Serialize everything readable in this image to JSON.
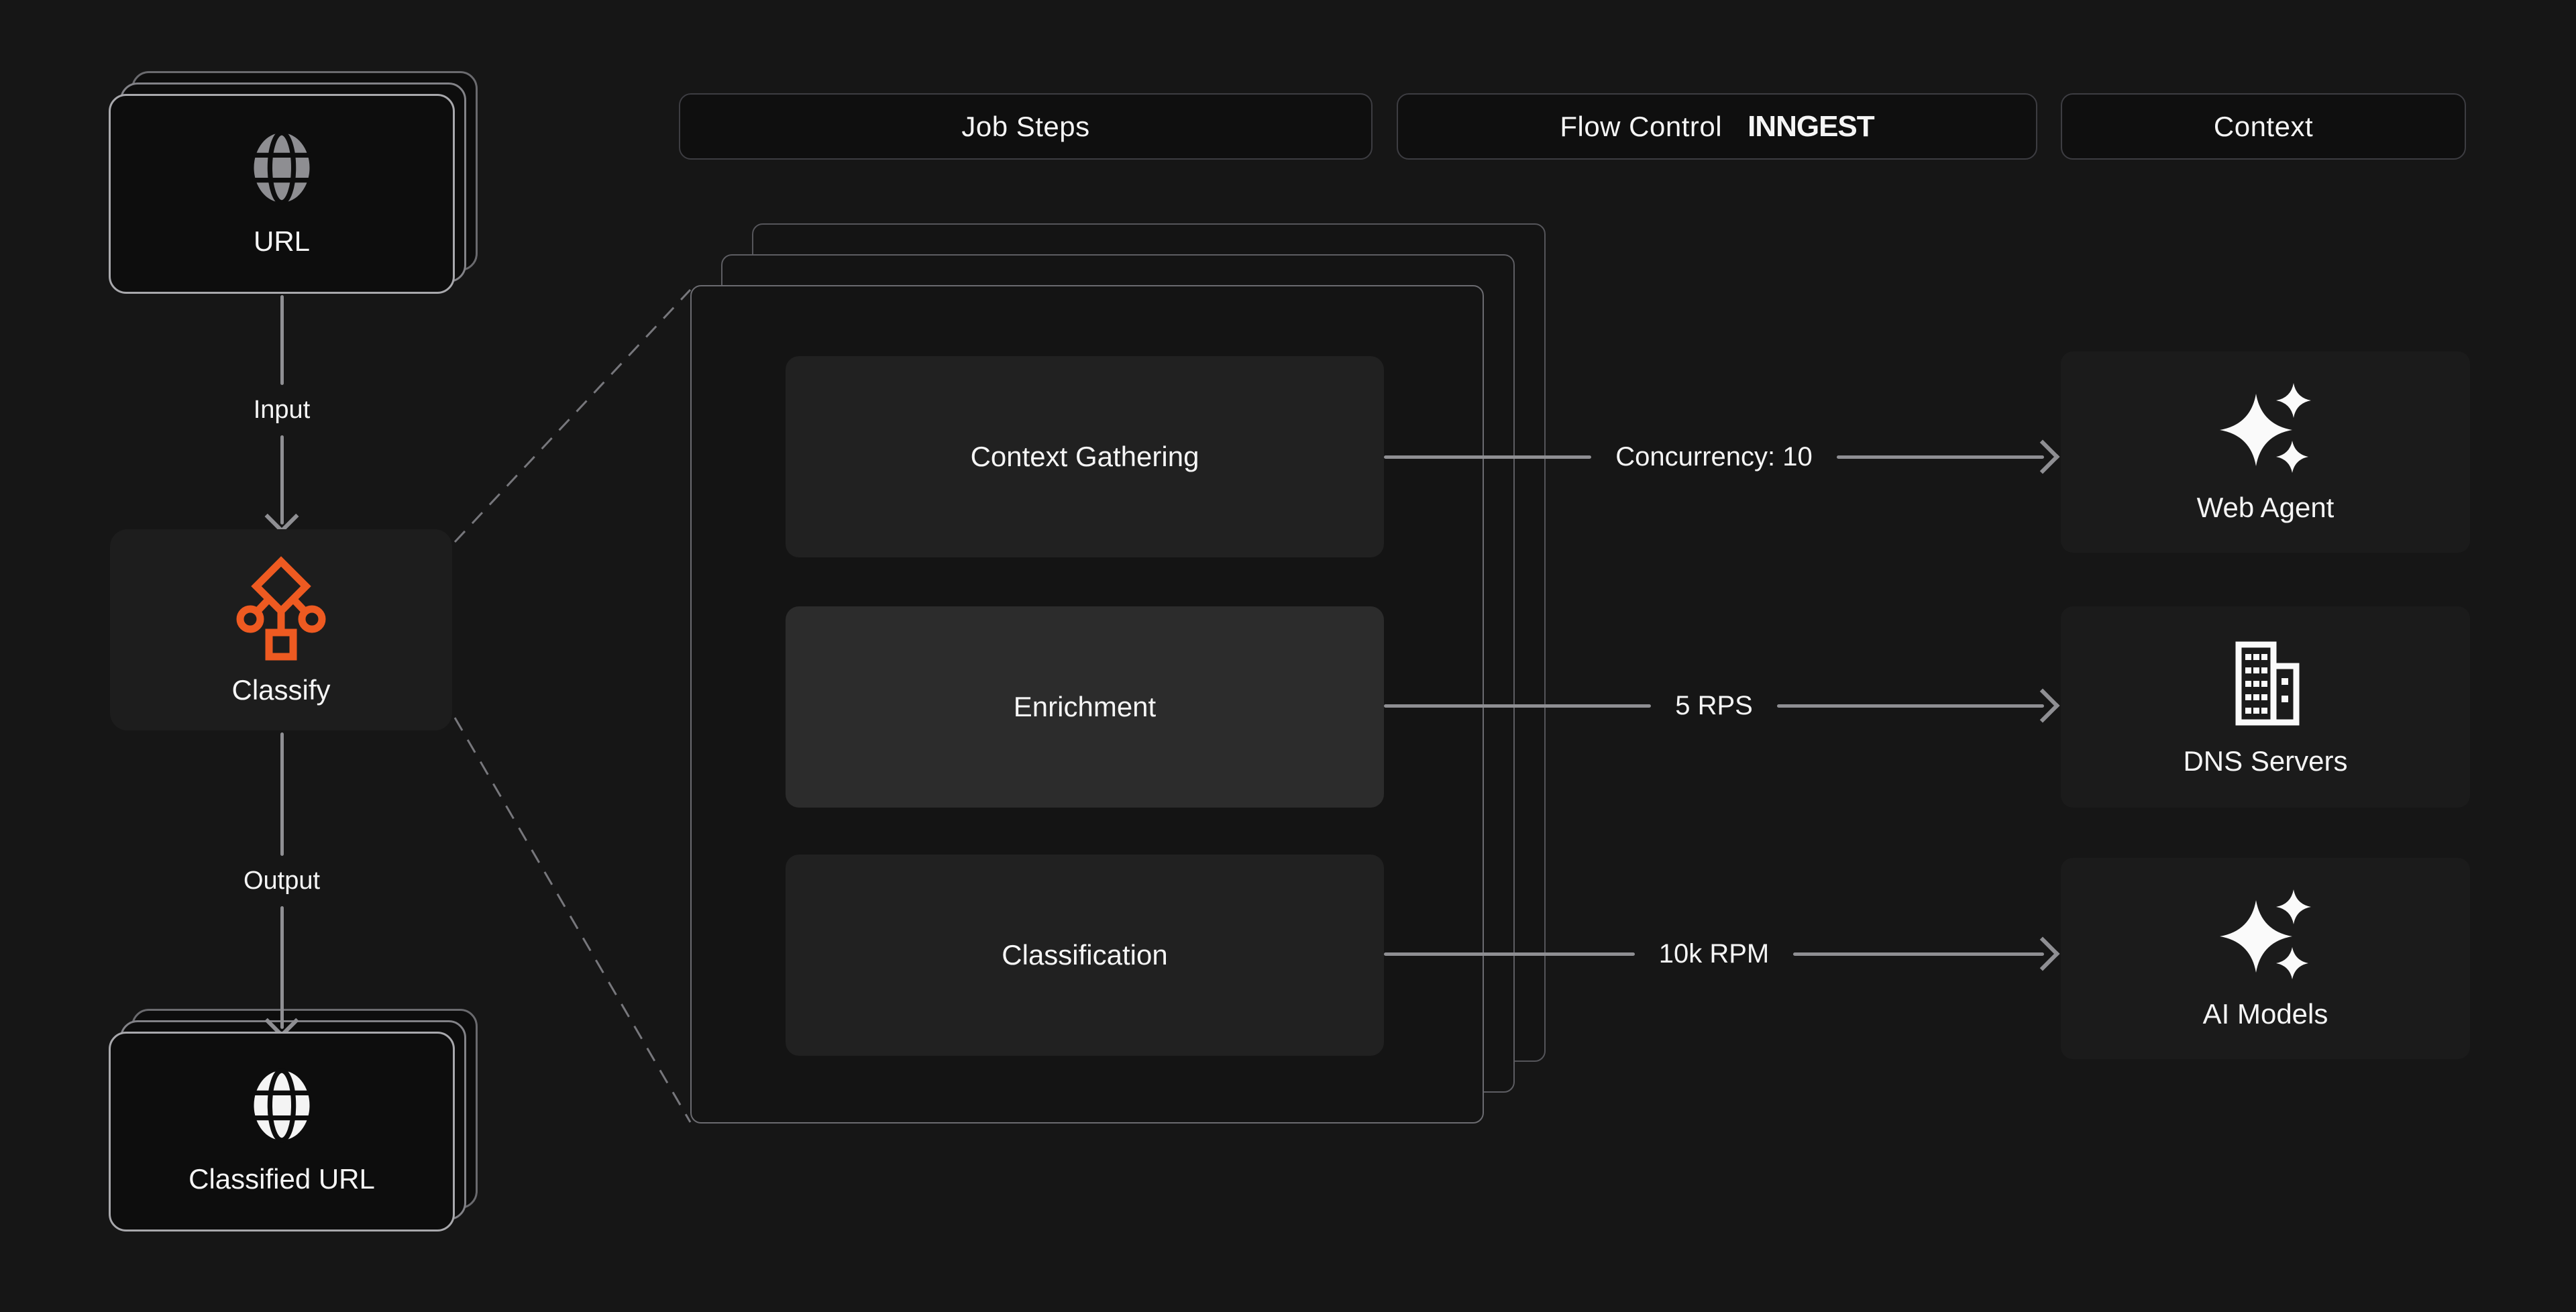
{
  "diagram": {
    "column_headers": {
      "job_steps": "Job Steps",
      "flow_control": "Flow Control",
      "brand": "INNGEST",
      "context": "Context"
    },
    "input_stack": {
      "label": "URL",
      "icon": "globe-icon"
    },
    "input_edge_label": "Input",
    "classify_node": {
      "label": "Classify",
      "icon": "classify-workflow-icon"
    },
    "output_edge_label": "Output",
    "output_stack": {
      "label": "Classified URL",
      "icon": "globe-icon"
    },
    "job_steps": [
      {
        "label": "Context Gathering"
      },
      {
        "label": "Enrichment"
      },
      {
        "label": "Classification"
      }
    ],
    "flow_edges": [
      {
        "label": "Concurrency: 10"
      },
      {
        "label": "5 RPS"
      },
      {
        "label": "10k RPM"
      }
    ],
    "context_nodes": [
      {
        "label": "Web Agent",
        "icon": "sparkles-icon"
      },
      {
        "label": "DNS Servers",
        "icon": "building-icon"
      },
      {
        "label": "AI Models",
        "icon": "sparkles-icon"
      }
    ],
    "colors": {
      "background": "#161616",
      "accent_orange": "#ee5a21",
      "edge_gray": "#8f8f93",
      "text": "#f5f5f5"
    }
  }
}
